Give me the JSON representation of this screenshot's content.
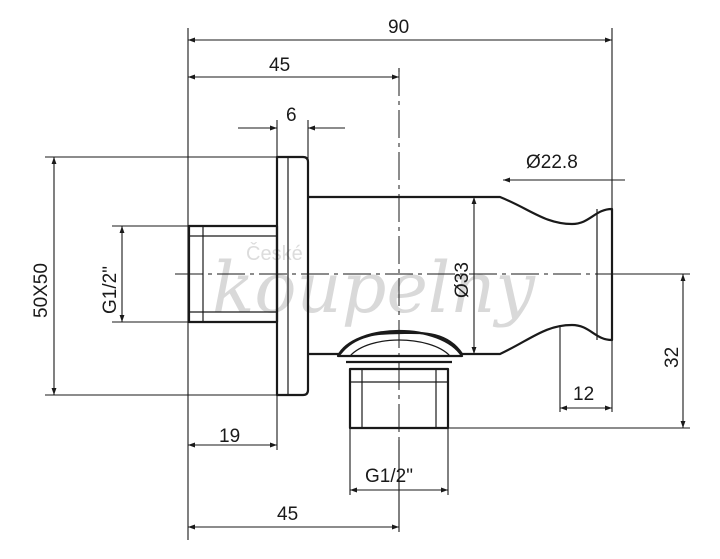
{
  "watermark": {
    "top": "České",
    "main": "koupelny"
  },
  "dimensions": {
    "overall_length": "90",
    "half_length_top": "45",
    "flange_thickness": "6",
    "outlet_diameter": "Ø22.8",
    "body_diameter": "Ø33",
    "flange_size": "50X50",
    "inlet_thread": "G1/2\"",
    "inlet_thread_length": "19",
    "outlet_thread": "G1/2\"",
    "half_length_bottom": "45",
    "outlet_tip_length": "12",
    "outlet_height": "32"
  }
}
